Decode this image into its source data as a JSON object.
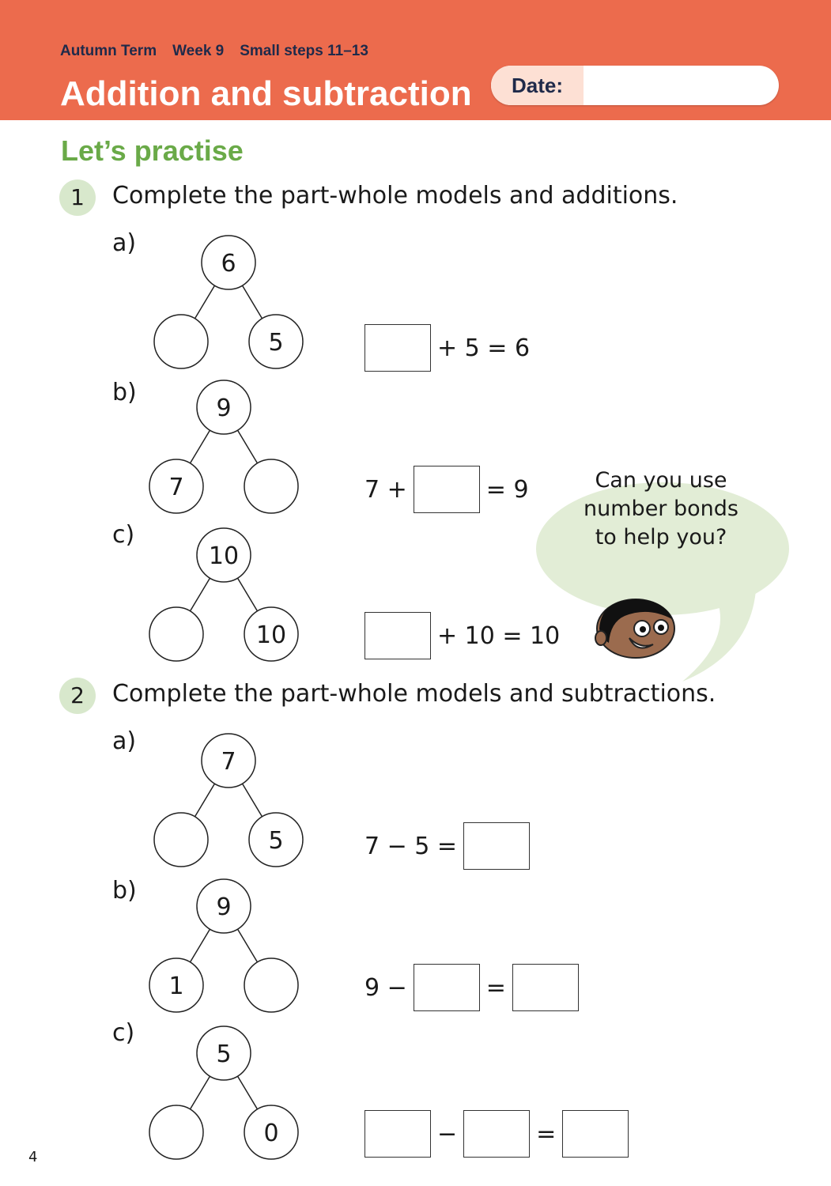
{
  "header": {
    "term": "Autumn Term",
    "week": "Week 9",
    "steps": "Small steps 11–13",
    "title": "Addition and subtraction",
    "date_label": "Date:"
  },
  "section_title": "Let’s practise",
  "questions": [
    {
      "number": "1",
      "text": "Complete the part-whole models and additions.",
      "parts": [
        {
          "label": "a)",
          "model": {
            "whole": "6",
            "left": "",
            "right": "5"
          },
          "equation": [
            {
              "box": true
            },
            {
              "text": "+ 5 = 6"
            }
          ]
        },
        {
          "label": "b)",
          "model": {
            "whole": "9",
            "left": "7",
            "right": ""
          },
          "equation": [
            {
              "text": "7 +"
            },
            {
              "box": true
            },
            {
              "text": "= 9"
            }
          ]
        },
        {
          "label": "c)",
          "model": {
            "whole": "10",
            "left": "",
            "right": "10"
          },
          "equation": [
            {
              "box": true
            },
            {
              "text": "+ 10 = 10"
            }
          ]
        }
      ]
    },
    {
      "number": "2",
      "text": "Complete the part-whole models and subtractions.",
      "parts": [
        {
          "label": "a)",
          "model": {
            "whole": "7",
            "left": "",
            "right": "5"
          },
          "equation": [
            {
              "text": "7 − 5 ="
            },
            {
              "box": true
            }
          ]
        },
        {
          "label": "b)",
          "model": {
            "whole": "9",
            "left": "1",
            "right": ""
          },
          "equation": [
            {
              "text": "9 −"
            },
            {
              "box": true
            },
            {
              "text": "="
            },
            {
              "box": true
            }
          ]
        },
        {
          "label": "c)",
          "model": {
            "whole": "5",
            "left": "",
            "right": "0"
          },
          "equation": [
            {
              "box": true
            },
            {
              "text": "−"
            },
            {
              "box": true
            },
            {
              "text": "="
            },
            {
              "box": true
            }
          ]
        }
      ]
    }
  ],
  "hint": {
    "line1": "Can you use",
    "line2": "number bonds",
    "line3": "to help you?"
  },
  "page_number": "4",
  "colors": {
    "header": "#ec6b4d",
    "accent_green": "#6aaa48",
    "bubble": "#e2edd6"
  }
}
